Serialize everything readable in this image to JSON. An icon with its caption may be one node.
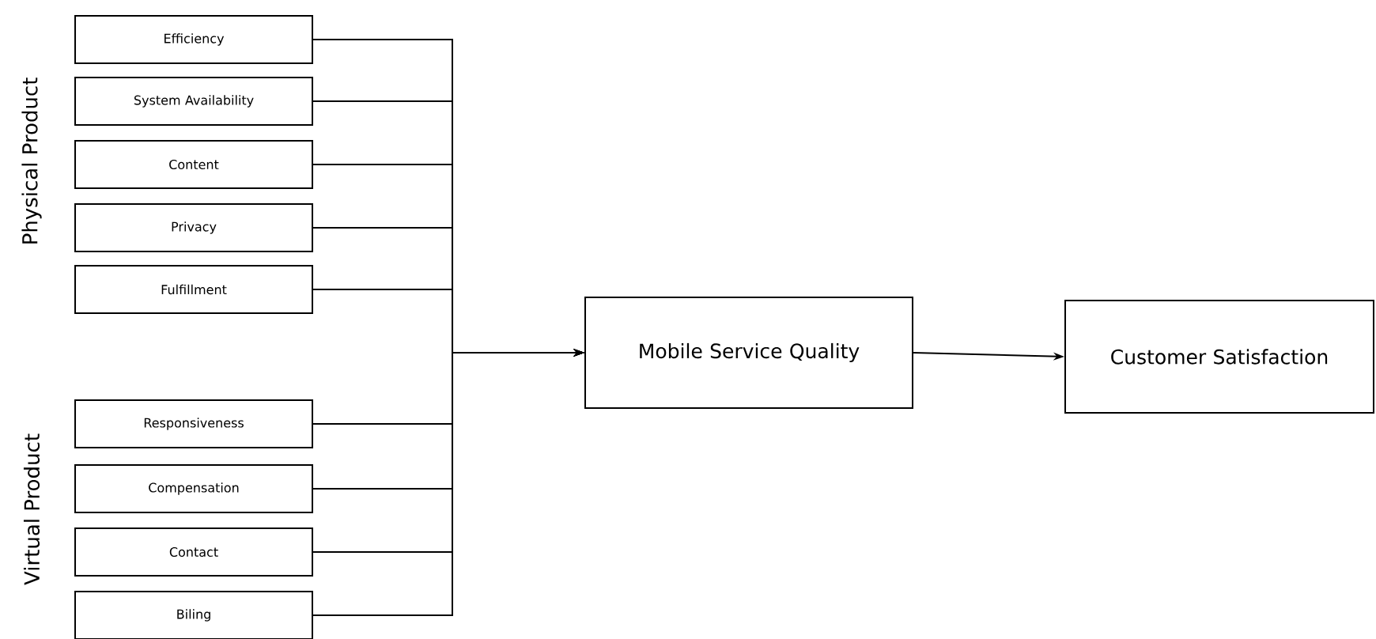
{
  "diagram": {
    "nodes": [
      {
        "text": [
          "Efficiency"
        ]
      },
      {
        "text": [
          "System Availability"
        ]
      },
      {
        "text": [
          "Content"
        ]
      },
      {
        "text": [
          "Privacy"
        ]
      },
      {
        "text": [
          "Fulfillment"
        ]
      },
      {
        "text": [
          "Responsiveness"
        ]
      },
      {
        "text": [
          "Compensation"
        ]
      },
      {
        "text": [
          "Contact"
        ]
      },
      {
        "text": [
          "Biling"
        ]
      },
      {
        "text": [
          "Mobile Service Quality"
        ]
      },
      {
        "text": [
          "Customer Satisfaction"
        ]
      }
    ],
    "edges": [
      {
        "from": 0,
        "to": 9,
        "arrow": "to"
      },
      {
        "from": 1,
        "to": 9,
        "arrow": "to"
      },
      {
        "from": 2,
        "to": 9,
        "arrow": "to"
      },
      {
        "from": 3,
        "to": 9,
        "arrow": "to"
      },
      {
        "from": 4,
        "to": 9,
        "arrow": "to"
      },
      {
        "from": 5,
        "to": 9,
        "arrow": "to"
      },
      {
        "from": 6,
        "to": 9,
        "arrow": "to"
      },
      {
        "from": 7,
        "to": 9,
        "arrow": "to"
      },
      {
        "from": 8,
        "to": 9,
        "arrow": "to"
      },
      {
        "from": 9,
        "to": 10,
        "arrow": "to"
      }
    ],
    "labels": [
      "Physical Product",
      "Virtual Product"
    ]
  }
}
